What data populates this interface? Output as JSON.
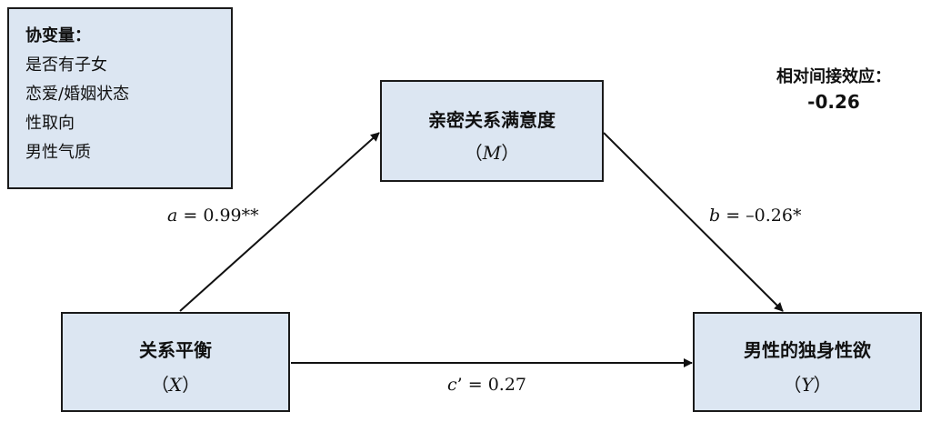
{
  "covariates": {
    "title": "协变量：",
    "items": [
      "是否有子女",
      "恋爱/婚姻状态",
      "性取向",
      "男性气质"
    ]
  },
  "mediator": {
    "title": "亲密关系满意度",
    "open": "（",
    "symbol": "M",
    "close": "）"
  },
  "predictor": {
    "title": "关系平衡",
    "open": "（",
    "symbol": "X",
    "close": "）"
  },
  "outcome": {
    "title": "男性的独身性欲",
    "open": "（",
    "symbol": "Y",
    "close": "）"
  },
  "paths": {
    "a": {
      "symbol": "a",
      "text": " = 0.99**"
    },
    "b": {
      "symbol": "b",
      "text": " = –0.26*"
    },
    "c": {
      "symbol": "c",
      "text": "’ = 0.27"
    }
  },
  "indirect_effect": {
    "title": "相对间接效应：",
    "value": "-0.26"
  },
  "colors": {
    "box_fill": "#dce6f2",
    "border": "#1a1a1a",
    "arrow": "#111111"
  }
}
